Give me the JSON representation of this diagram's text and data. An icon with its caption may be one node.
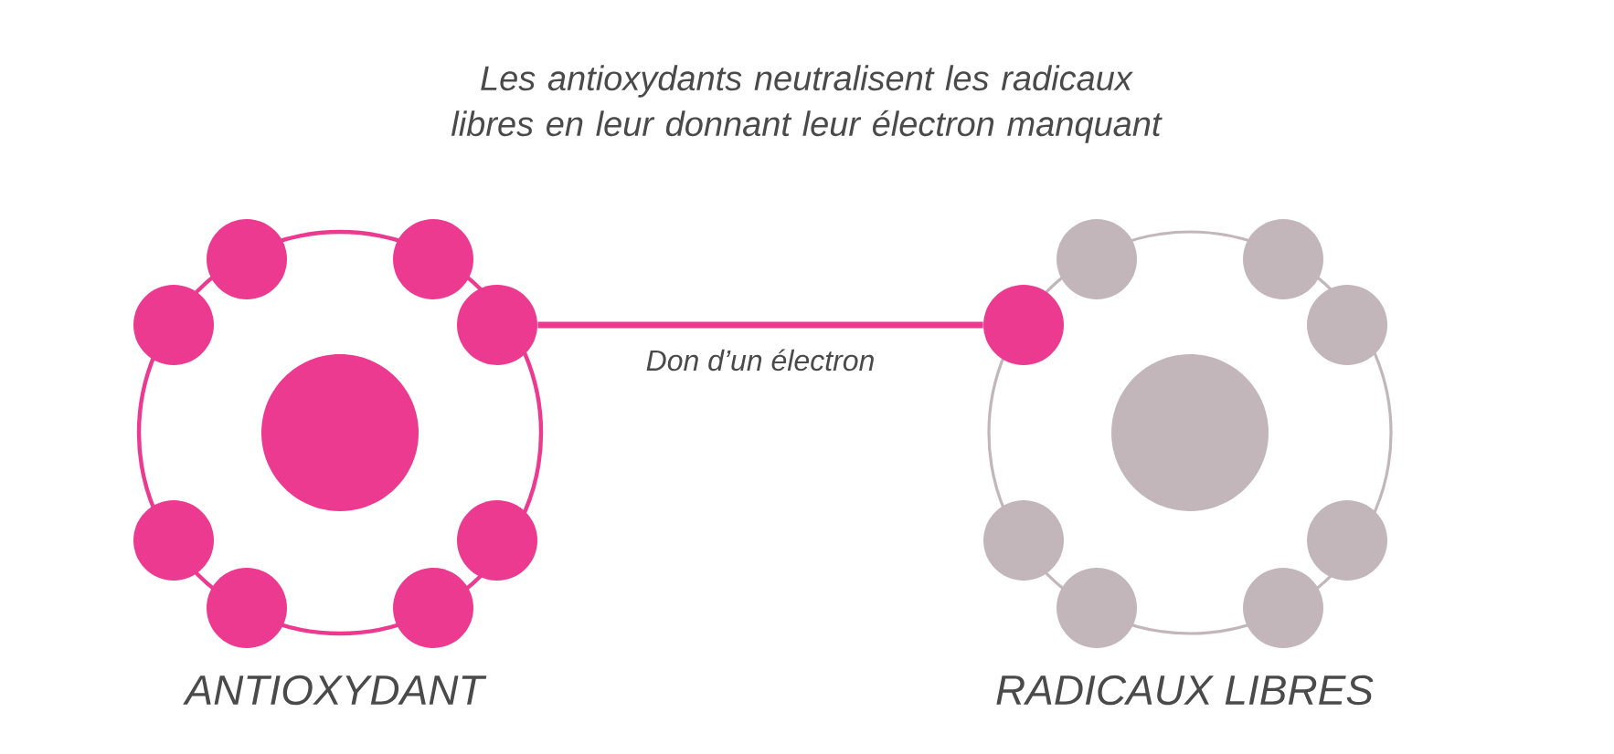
{
  "diagram": {
    "title": "Les antioxydants neutralisent les radicaux libres en leur donnant leur électron manquant",
    "nodes": [
      {
        "text": [
          "ANTIOXYDANT"
        ]
      },
      {
        "text": [
          "RADICAUX LIBRES"
        ]
      },
      {
        "text": [],
        "shape": "circle",
        "in": 0
      },
      {
        "text": [],
        "shape": "circle",
        "in": 1
      }
    ],
    "edges": [
      {
        "from": 2,
        "to": 3,
        "arrow": "none",
        "label": "Don d’un électron"
      }
    ]
  }
}
